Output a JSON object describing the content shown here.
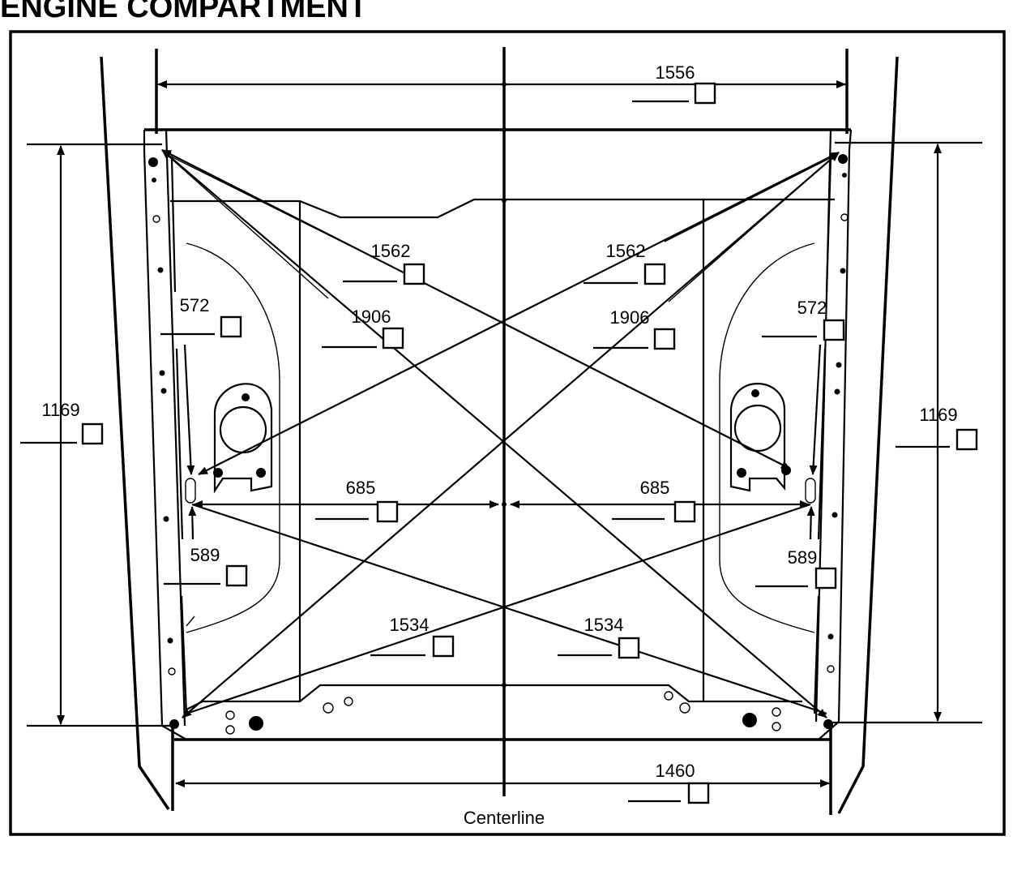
{
  "title": "ENGINE COMPARTMENT",
  "dimensions": {
    "top_width": "1556",
    "upper_left_diag": "1562",
    "upper_right_diag": "1562",
    "left_rail_upper": "572",
    "right_rail_upper": "572",
    "left_long_diag": "1906",
    "right_long_diag": "1906",
    "left_length": "1169",
    "right_length": "1169",
    "left_half_width": "685",
    "right_half_width": "685",
    "left_rail_lower": "589",
    "right_rail_lower": "589",
    "lower_left_diag": "1534",
    "lower_right_diag": "1534",
    "bottom_width": "1460"
  },
  "centerline_label": "Centerline"
}
